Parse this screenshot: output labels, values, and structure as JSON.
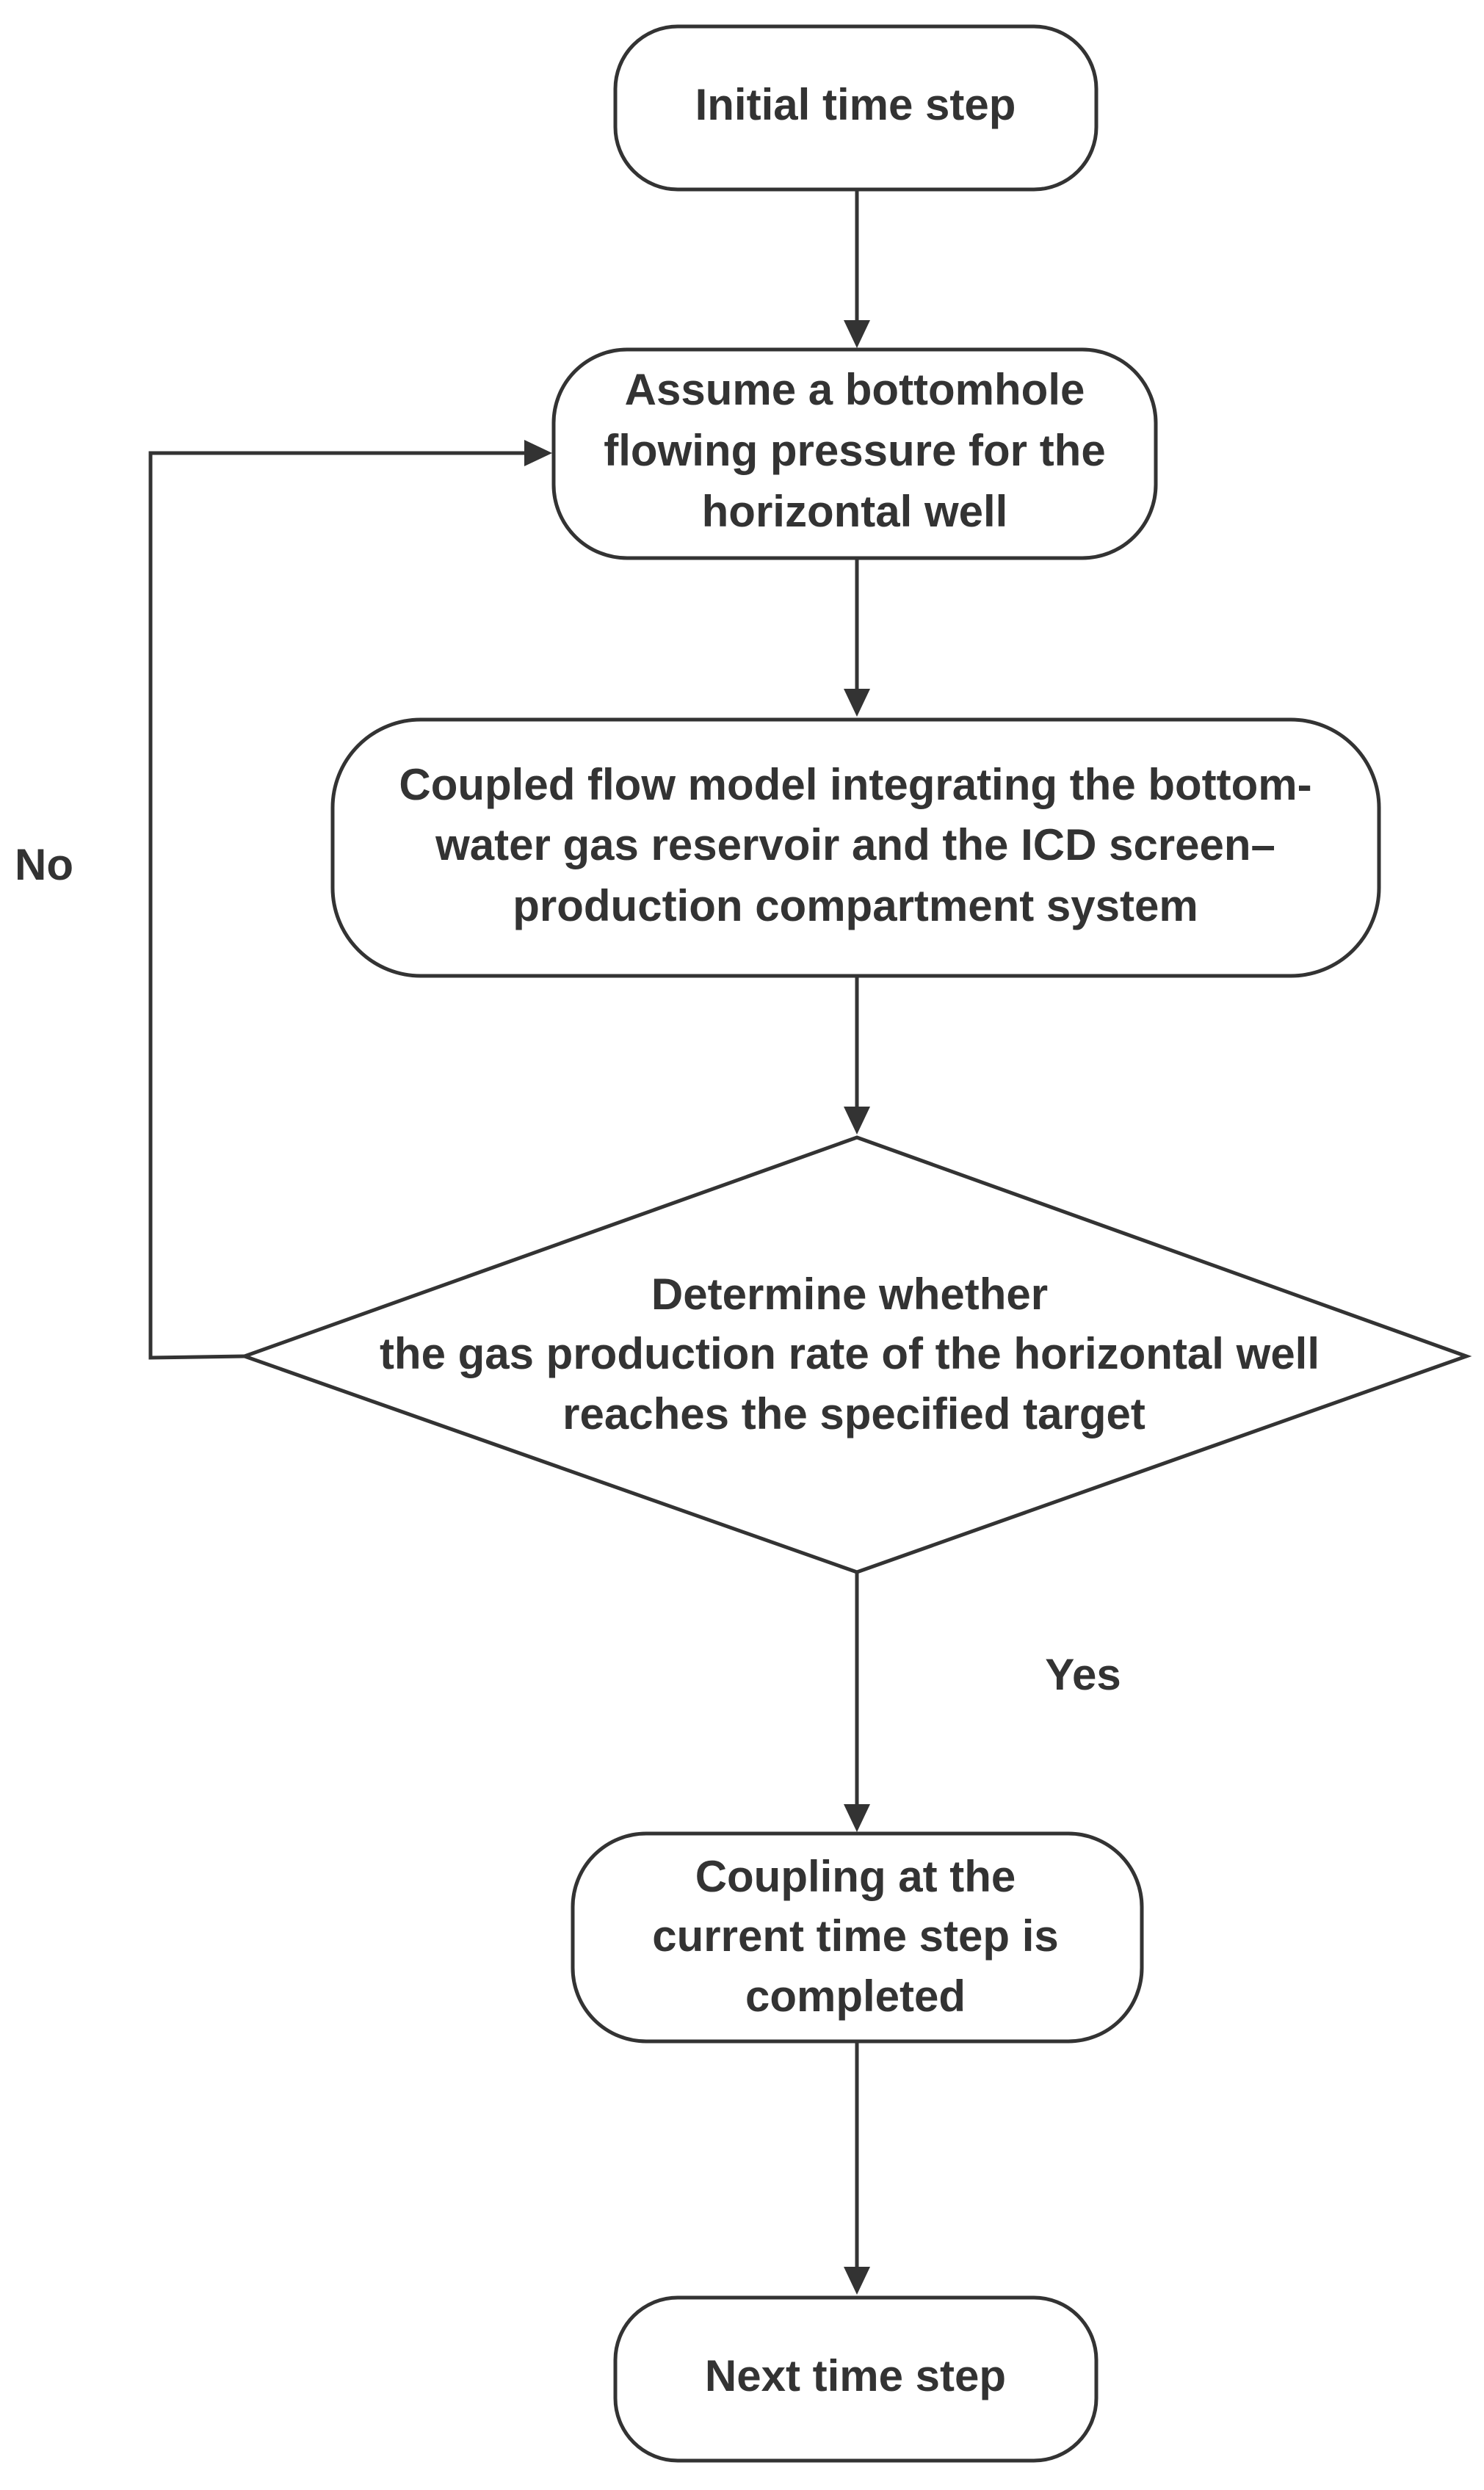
{
  "nodes": {
    "initial": {
      "lines": [
        "Initial time step"
      ]
    },
    "assume": {
      "lines": [
        "Assume a bottomhole",
        "flowing pressure for the",
        "horizontal well"
      ]
    },
    "coupled": {
      "lines": [
        "Coupled flow model integrating the bottom-",
        "water gas reservoir and the ICD screen–",
        "production compartment system"
      ]
    },
    "decision": {
      "lines": [
        "Determine whether",
        "the gas production rate of the horizontal well",
        "reaches the specified target"
      ]
    },
    "completed": {
      "lines": [
        "Coupling at the",
        "current time step is",
        "completed"
      ]
    },
    "next": {
      "lines": [
        "Next time step"
      ]
    }
  },
  "edges": {
    "no_label": "No",
    "yes_label": "Yes"
  }
}
